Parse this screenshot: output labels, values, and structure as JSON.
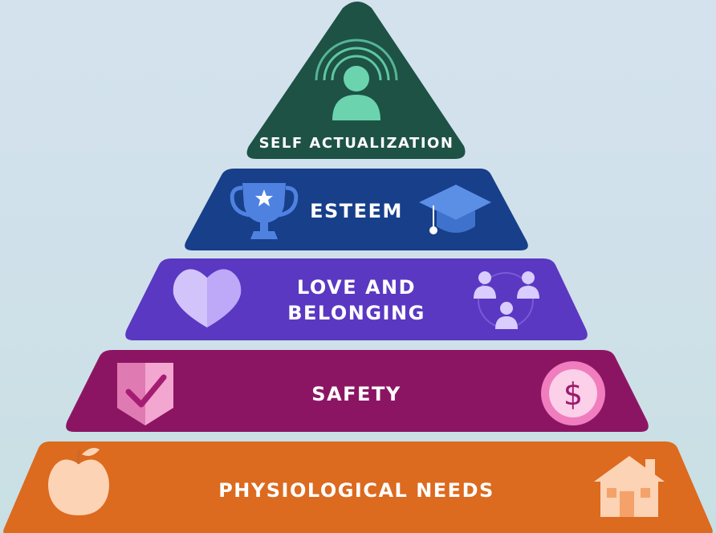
{
  "levels": [
    {
      "id": "self-actualization",
      "lines": [
        "SELF ACTUALIZATION"
      ],
      "color": "#1d5245",
      "left_icon": "person-signal-icon",
      "right_icon": ""
    },
    {
      "id": "esteem",
      "lines": [
        "ESTEEM"
      ],
      "color": "#173f8a",
      "left_icon": "trophy-icon",
      "right_icon": "graduation-cap-icon"
    },
    {
      "id": "love-and-belonging",
      "lines": [
        "LOVE AND",
        "BELONGING"
      ],
      "color": "#5a38c2",
      "left_icon": "heart-icon",
      "right_icon": "people-group-icon"
    },
    {
      "id": "safety",
      "lines": [
        "SAFETY"
      ],
      "color": "#8c1563",
      "left_icon": "shield-check-icon",
      "right_icon": "dollar-coin-icon"
    },
    {
      "id": "physiological-needs",
      "lines": [
        "PHYSIOLOGICAL NEEDS"
      ],
      "color": "#dc6a1f",
      "left_icon": "apple-icon",
      "right_icon": "house-icon"
    }
  ]
}
